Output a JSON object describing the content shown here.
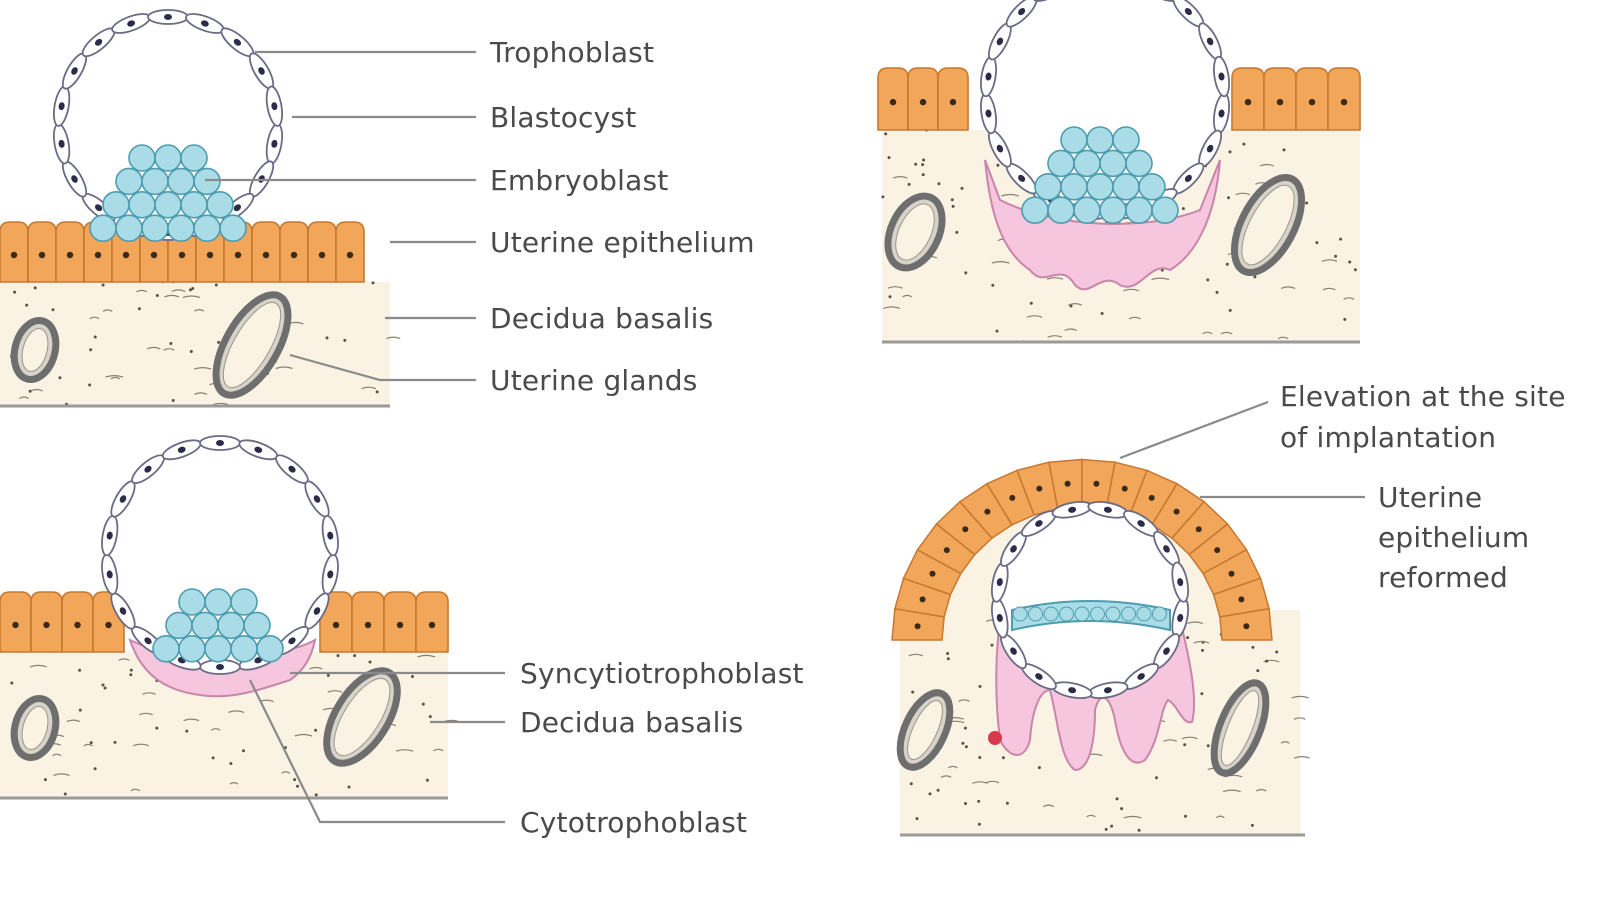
{
  "panel1": {
    "labels": {
      "trophoblast": "Trophoblast",
      "blastocyst": "Blastocyst",
      "embryoblast": "Embryoblast",
      "uterine_epithelium": "Uterine epithelium",
      "decidua_basalis": "Decidua basalis",
      "uterine_glands": "Uterine glands"
    }
  },
  "panel3": {
    "labels": {
      "syncytiotrophoblast": "Syncytiotrophoblast",
      "decidua_basalis": "Decidua basalis",
      "cytotrophoblast": "Cytotrophoblast"
    }
  },
  "panel4": {
    "labels": {
      "elevation_line1": "Elevation at the site",
      "elevation_line2": "of implantation",
      "reformed_line1": "Uterine",
      "reformed_line2": "epithelium",
      "reformed_line3": "reformed"
    }
  },
  "colors": {
    "epithelium_fill": "#f2a65a",
    "epithelium_stroke": "#c7782f",
    "stroma": "#faf3e3",
    "embryoblast": "#a9dce6",
    "embryoblast_stroke": "#4d9cb0",
    "syncytio": "#f5c6dd",
    "syncytio_stroke": "#c985ab",
    "cell_outline": "#6b6b85",
    "nucleus": "#2c2c4a",
    "gland": "#6e6e6e",
    "label_text": "#4a4a4a"
  }
}
